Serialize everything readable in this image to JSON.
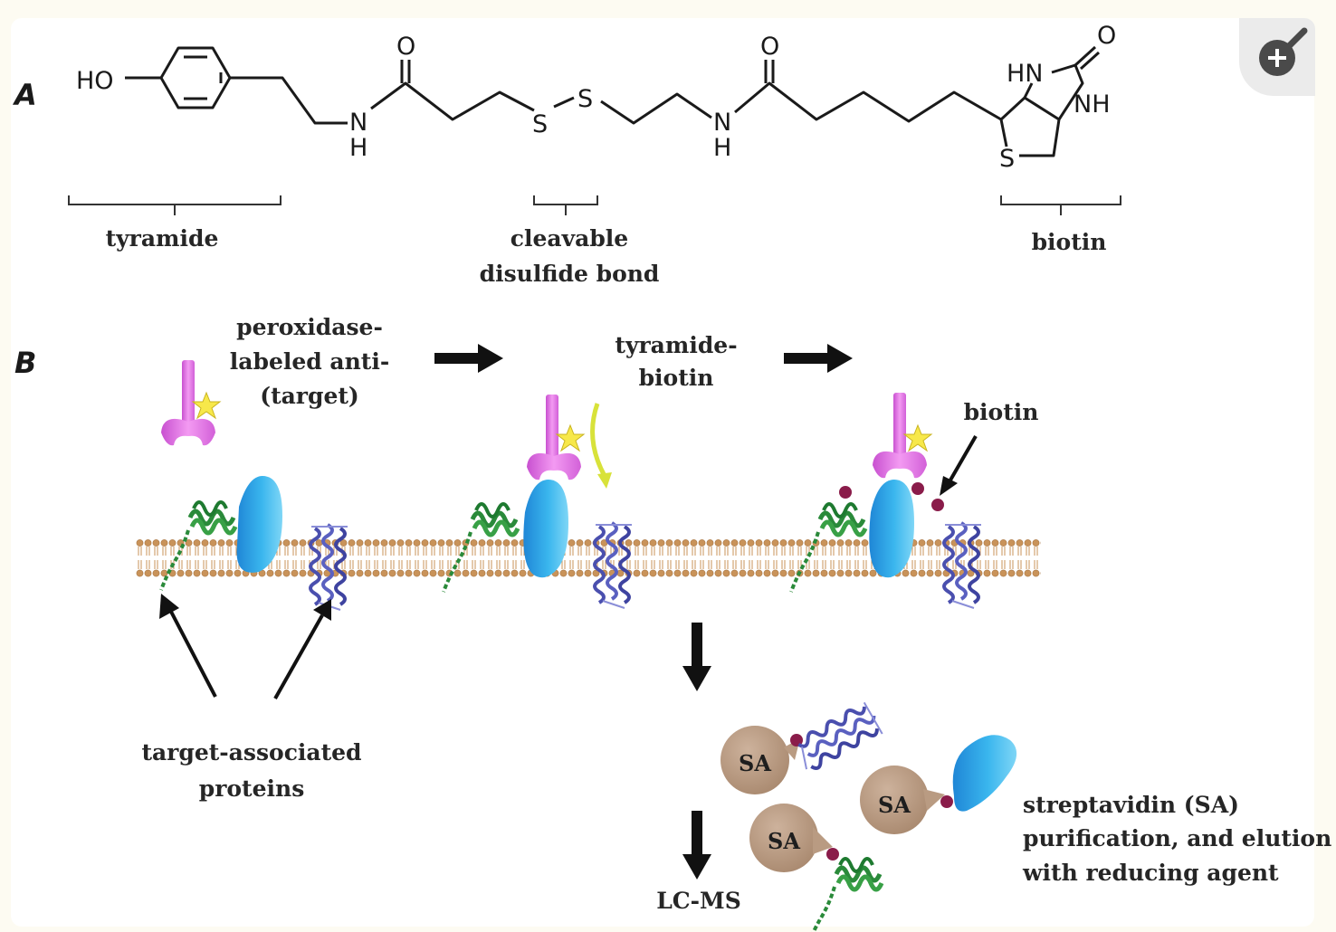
{
  "panels": {
    "a": "A",
    "b": "B"
  },
  "chem": {
    "ho": "HO",
    "o1": "O",
    "n1": "N",
    "h1": "H",
    "s1": "S",
    "s2": "S",
    "o2": "O",
    "n2": "N",
    "h2": "H",
    "o3": "O",
    "hn": "HN",
    "nh": "NH",
    "s3": "S"
  },
  "labels": {
    "tyramide": "tyramide",
    "cleavable_1": "cleavable",
    "cleavable_2": "disulfide bond",
    "biotin_a": "biotin",
    "peroxidase_1": "peroxidase-",
    "peroxidase_2": "labeled anti-",
    "peroxidase_3": "(target)",
    "tyramide_biotin_1": "tyramide-",
    "tyramide_biotin_2": "biotin",
    "biotin_b": "biotin",
    "target_assoc_1": "target-associated",
    "target_assoc_2": "proteins",
    "sa_1": "SA",
    "sa_2": "SA",
    "sa_3": "SA",
    "purification_1": "streptavidin (SA)",
    "purification_2": "purification, and elution",
    "purification_3": "with reducing agent",
    "lcms": "LC-MS"
  },
  "icons": {
    "zoom": "zoom-in-icon"
  },
  "colors": {
    "antibody": "#e17be6",
    "star": "#f7e84a",
    "membrane_head": "#c9935a",
    "cyan_protein": "#2ea6e8",
    "green_protein": "#2a8a3a",
    "blue_protein": "#4a4fae",
    "biotin_dot": "#8a1c4a",
    "sa_bead": "#b99b82",
    "curved_arrow": "#d8e23a"
  }
}
